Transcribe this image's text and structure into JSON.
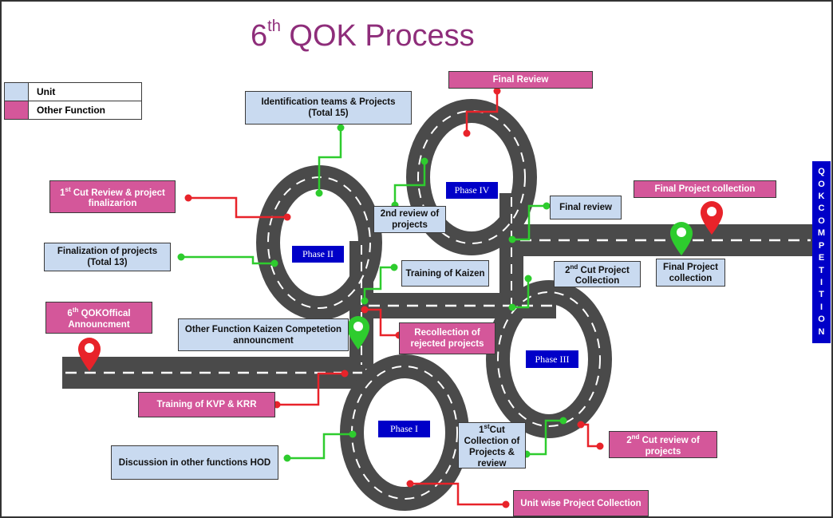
{
  "title": {
    "prefix": "6",
    "sup": "th",
    "text": "QOK Process"
  },
  "legend": {
    "unit": {
      "label": "Unit",
      "color": "#c9daf0"
    },
    "other": {
      "label": "Other Function",
      "color": "#d4579a"
    }
  },
  "colors": {
    "road": "#4a4a4a",
    "green": "#2ecc2e",
    "red": "#e8232a",
    "phase": "#0000c8",
    "title": "#8e2d7a"
  },
  "side_banner": "QOKCOMPETITION",
  "phases": {
    "p1": "Phase I",
    "p2": "Phase II",
    "p3": "Phase III",
    "p4": "Phase IV"
  },
  "boxes": {
    "final_review_top": "Final Review",
    "identification": "Identification teams & Projects (Total 15)",
    "first_cut_review": {
      "sup_prefix": "1",
      "sup": "st",
      "text": " Cut  Review &  project finalizarion"
    },
    "second_review": "2nd review of projects",
    "final_project_collection_top": "Final Project collection",
    "final_review_mid": "Final review",
    "finalization": "Finalization of projects (Total 13)",
    "training_kaizen": "Training of Kaizen",
    "second_cut_collection": {
      "prefix": "2",
      "sup": "nd",
      "text": " Cut Project Collection"
    },
    "final_project_collection": "Final Project collection",
    "announcement": {
      "prefix": "6",
      "sup": "th",
      "text": " QOKOffical Announcment"
    },
    "other_function_kaizen": "Other Function Kaizen Competetion announcment",
    "recollection": "Recollection of rejected projects",
    "training_kvp": "Training of KVP & KRR",
    "first_cut_collection": {
      "prefix": "1",
      "sup": "st",
      "text": "Cut Collection of Projects & review"
    },
    "second_cut_review": {
      "prefix": "2",
      "sup": "nd",
      "text": " Cut review of projects"
    },
    "discussion": "Discussion in other functions HOD",
    "unit_wise": "Unit wise Project Collection"
  }
}
